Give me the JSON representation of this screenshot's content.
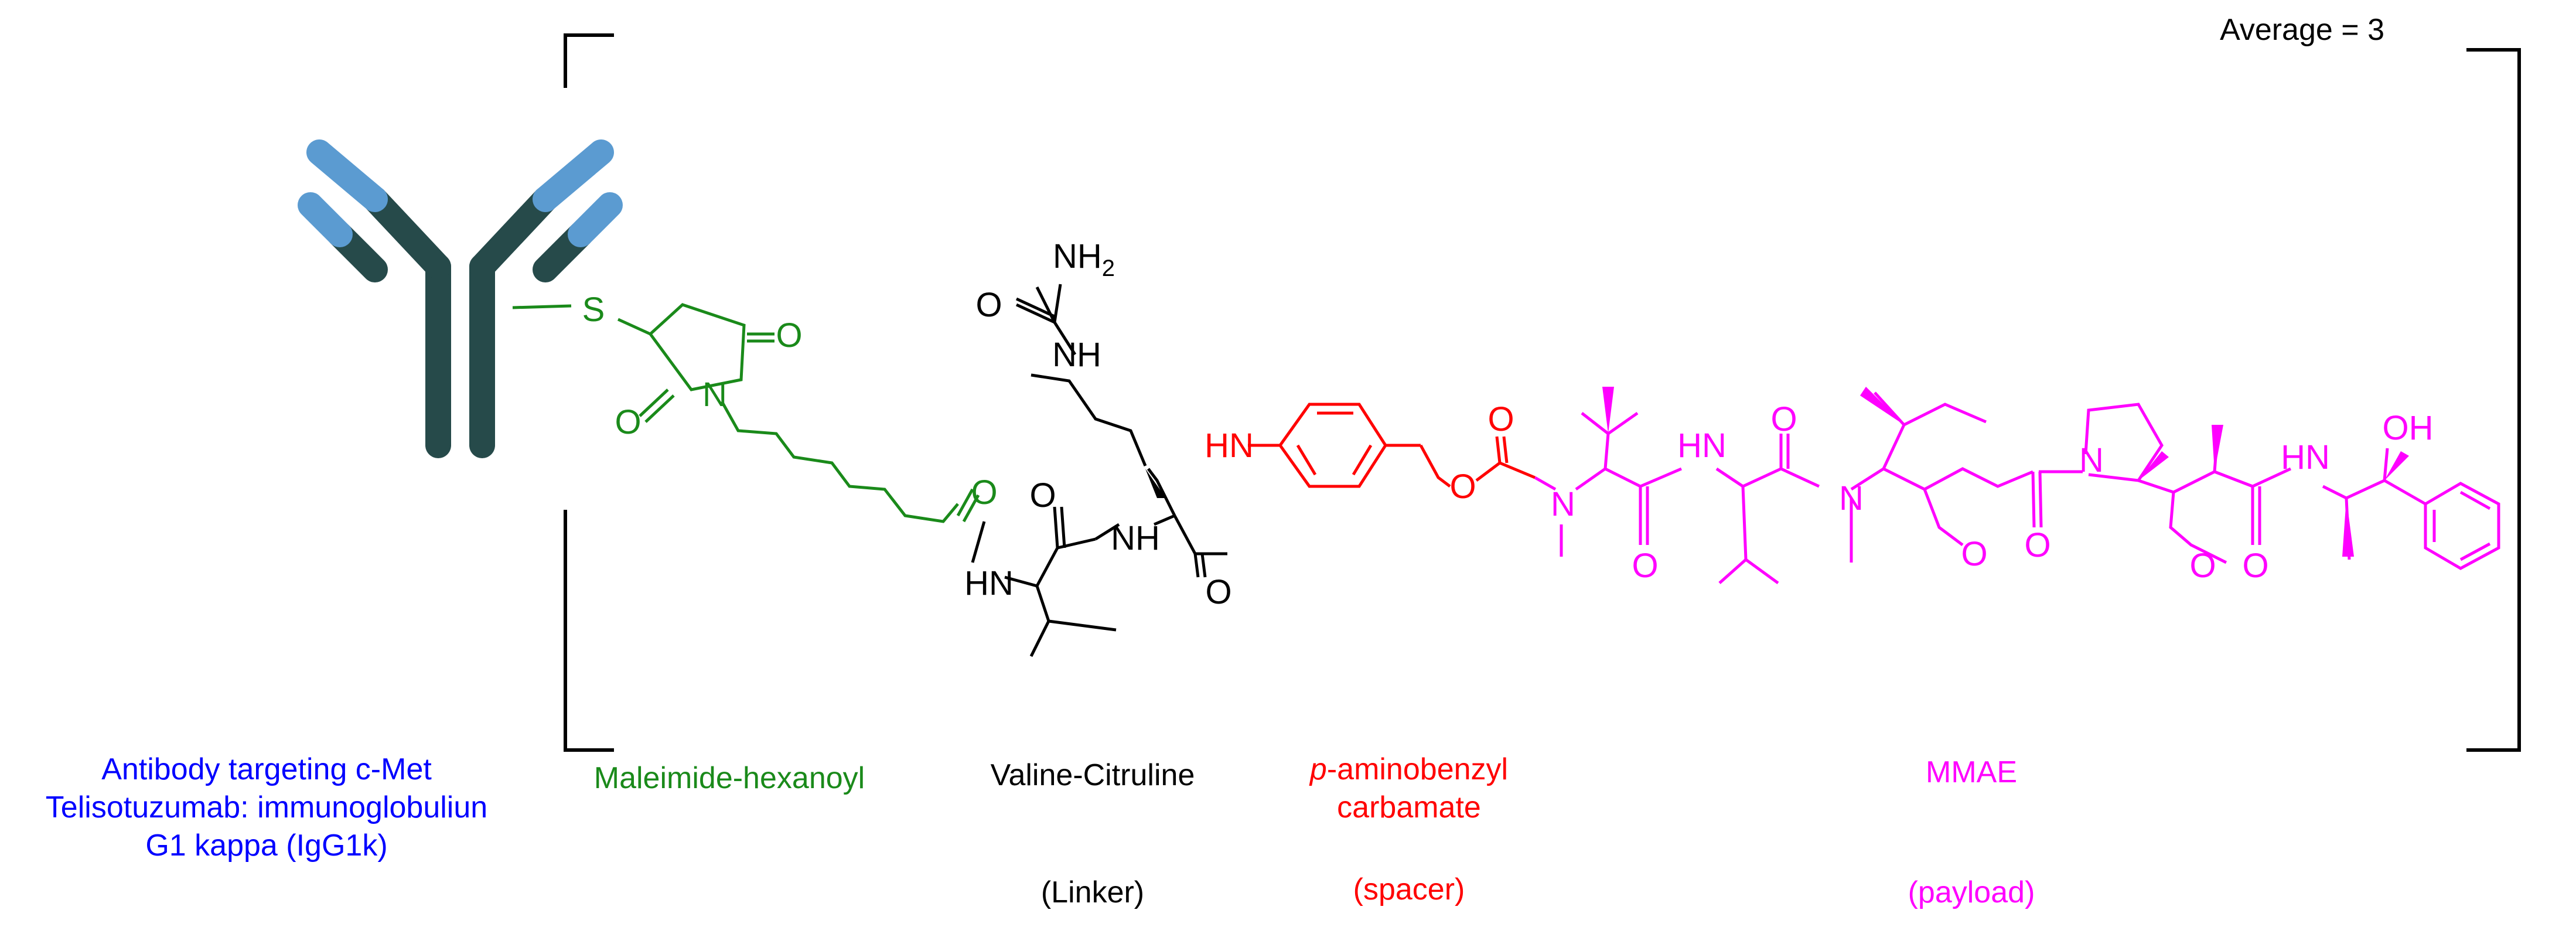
{
  "header": {
    "average_label": "Average = 3"
  },
  "antibody": {
    "line1": "Antibody targeting c-Met",
    "line2": "Telisotuzumab:  immunoglobuliun",
    "line3": "G1 kappa (IgG1k)"
  },
  "sections": {
    "maleimide": "Maleimide-hexanoyl",
    "valcit": "Valine-Citruline",
    "linker": "(Linker)",
    "pab_italic": "p",
    "pab_rest": "-aminobenzyl",
    "pab_line2": "carbamate",
    "spacer": "(spacer)",
    "mmae": "MMAE",
    "payload": "(payload)"
  },
  "atoms": {
    "S": "S",
    "O": "O",
    "N": "N",
    "NH": "NH",
    "HN": "HN",
    "NH2": "NH",
    "NH2_sub": "2",
    "OH": "OH"
  },
  "colors": {
    "antibody_light": "#5b9bd1",
    "antibody_dark": "#264a4a",
    "maleimide": "#1a8a1a",
    "linker": "#000000",
    "spacer": "#ff0000",
    "payload": "#ff00ff",
    "antibody_text": "#0000ff"
  }
}
